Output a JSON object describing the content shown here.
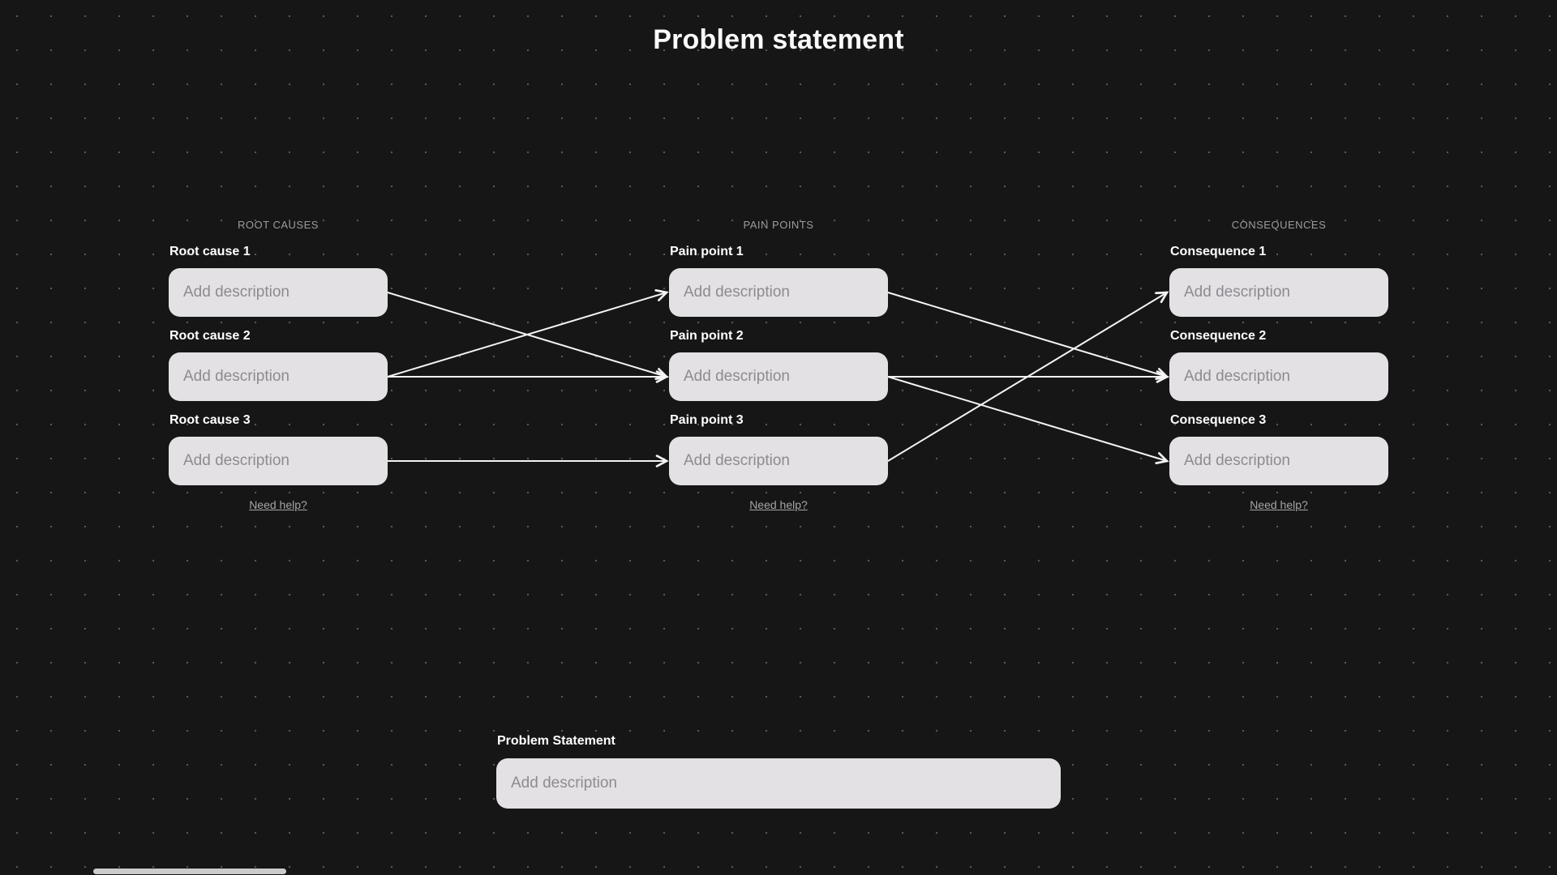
{
  "app": {
    "title": "Problem statement"
  },
  "columns": [
    {
      "header": "ROOT CAUSES",
      "need_help_label": "Need help?",
      "items": [
        {
          "id": "root-cause-1",
          "label": "Root cause 1",
          "placeholder": "Add description"
        },
        {
          "id": "root-cause-2",
          "label": "Root cause 2",
          "placeholder": "Add description"
        },
        {
          "id": "root-cause-3",
          "label": "Root cause 3",
          "placeholder": "Add description"
        }
      ]
    },
    {
      "header": "PAIN POINTS",
      "need_help_label": "Need help?",
      "items": [
        {
          "id": "pain-point-1",
          "label": "Pain point 1",
          "placeholder": "Add description"
        },
        {
          "id": "pain-point-2",
          "label": "Pain point 2",
          "placeholder": "Add description"
        },
        {
          "id": "pain-point-3",
          "label": "Pain point 3",
          "placeholder": "Add description"
        }
      ]
    },
    {
      "header": "CONSEQUENCES",
      "need_help_label": "Need help?",
      "items": [
        {
          "id": "consequence-1",
          "label": "Consequence 1",
          "placeholder": "Add description"
        },
        {
          "id": "consequence-2",
          "label": "Consequence 2",
          "placeholder": "Add description"
        },
        {
          "id": "consequence-3",
          "label": "Consequence 3",
          "placeholder": "Add description"
        }
      ]
    }
  ],
  "statement": {
    "label": "Problem Statement",
    "placeholder": "Add description"
  },
  "connections": [
    {
      "from": "root-cause-1",
      "to": "pain-point-2"
    },
    {
      "from": "root-cause-2",
      "to": "pain-point-1"
    },
    {
      "from": "root-cause-2",
      "to": "pain-point-2"
    },
    {
      "from": "root-cause-3",
      "to": "pain-point-3"
    },
    {
      "from": "pain-point-1",
      "to": "consequence-2"
    },
    {
      "from": "pain-point-2",
      "to": "consequence-2"
    },
    {
      "from": "pain-point-2",
      "to": "consequence-3"
    },
    {
      "from": "pain-point-3",
      "to": "consequence-1"
    }
  ],
  "colors": {
    "background": "#161616",
    "grid_dot": "#585858",
    "box_fill": "#e3e1e4",
    "connector": "#f4f4f4",
    "label_text": "#ffffff",
    "header_text": "#9c9c9c",
    "placeholder_text": "#8d8b90",
    "need_help_text": "#a5a5a5",
    "scrollbar_thumb": "#cbcbcb"
  }
}
